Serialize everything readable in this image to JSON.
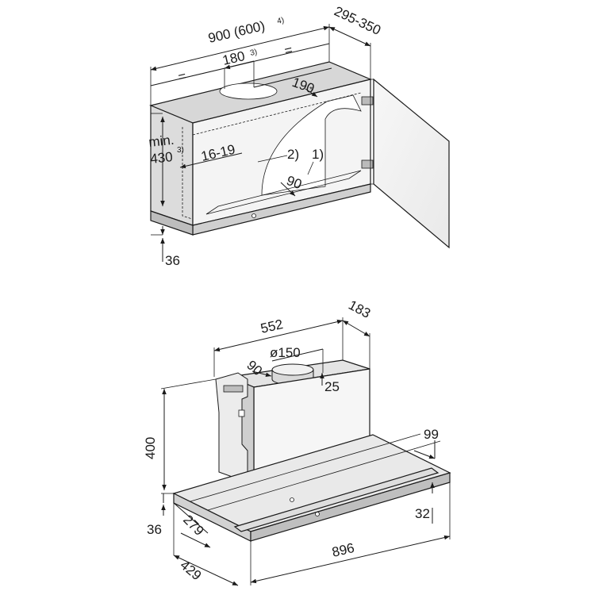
{
  "top_view": {
    "width": "900 (600)",
    "width_note": "4)",
    "depth": "295-350",
    "duct_offset": "180",
    "duct_offset_note": "3)",
    "equal_left": "=",
    "equal_right": "=",
    "dim_190": "190",
    "dim_190_mark": "*",
    "height_min": "min.",
    "height_value": "430",
    "height_note": "3)",
    "wall_thickness": "16-19",
    "callout_1": "1)",
    "callout_2": "2)",
    "dim_90": "90",
    "bottom_36": "36"
  },
  "bottom_view": {
    "width_552": "552",
    "depth_183": "183",
    "diameter": "ø150",
    "dim_90": "90",
    "dim_25": "25",
    "height_400": "400",
    "dim_99": "99",
    "dim_36": "36",
    "dim_279": "279",
    "dim_32": "32",
    "dim_429": "429",
    "width_896": "896"
  }
}
